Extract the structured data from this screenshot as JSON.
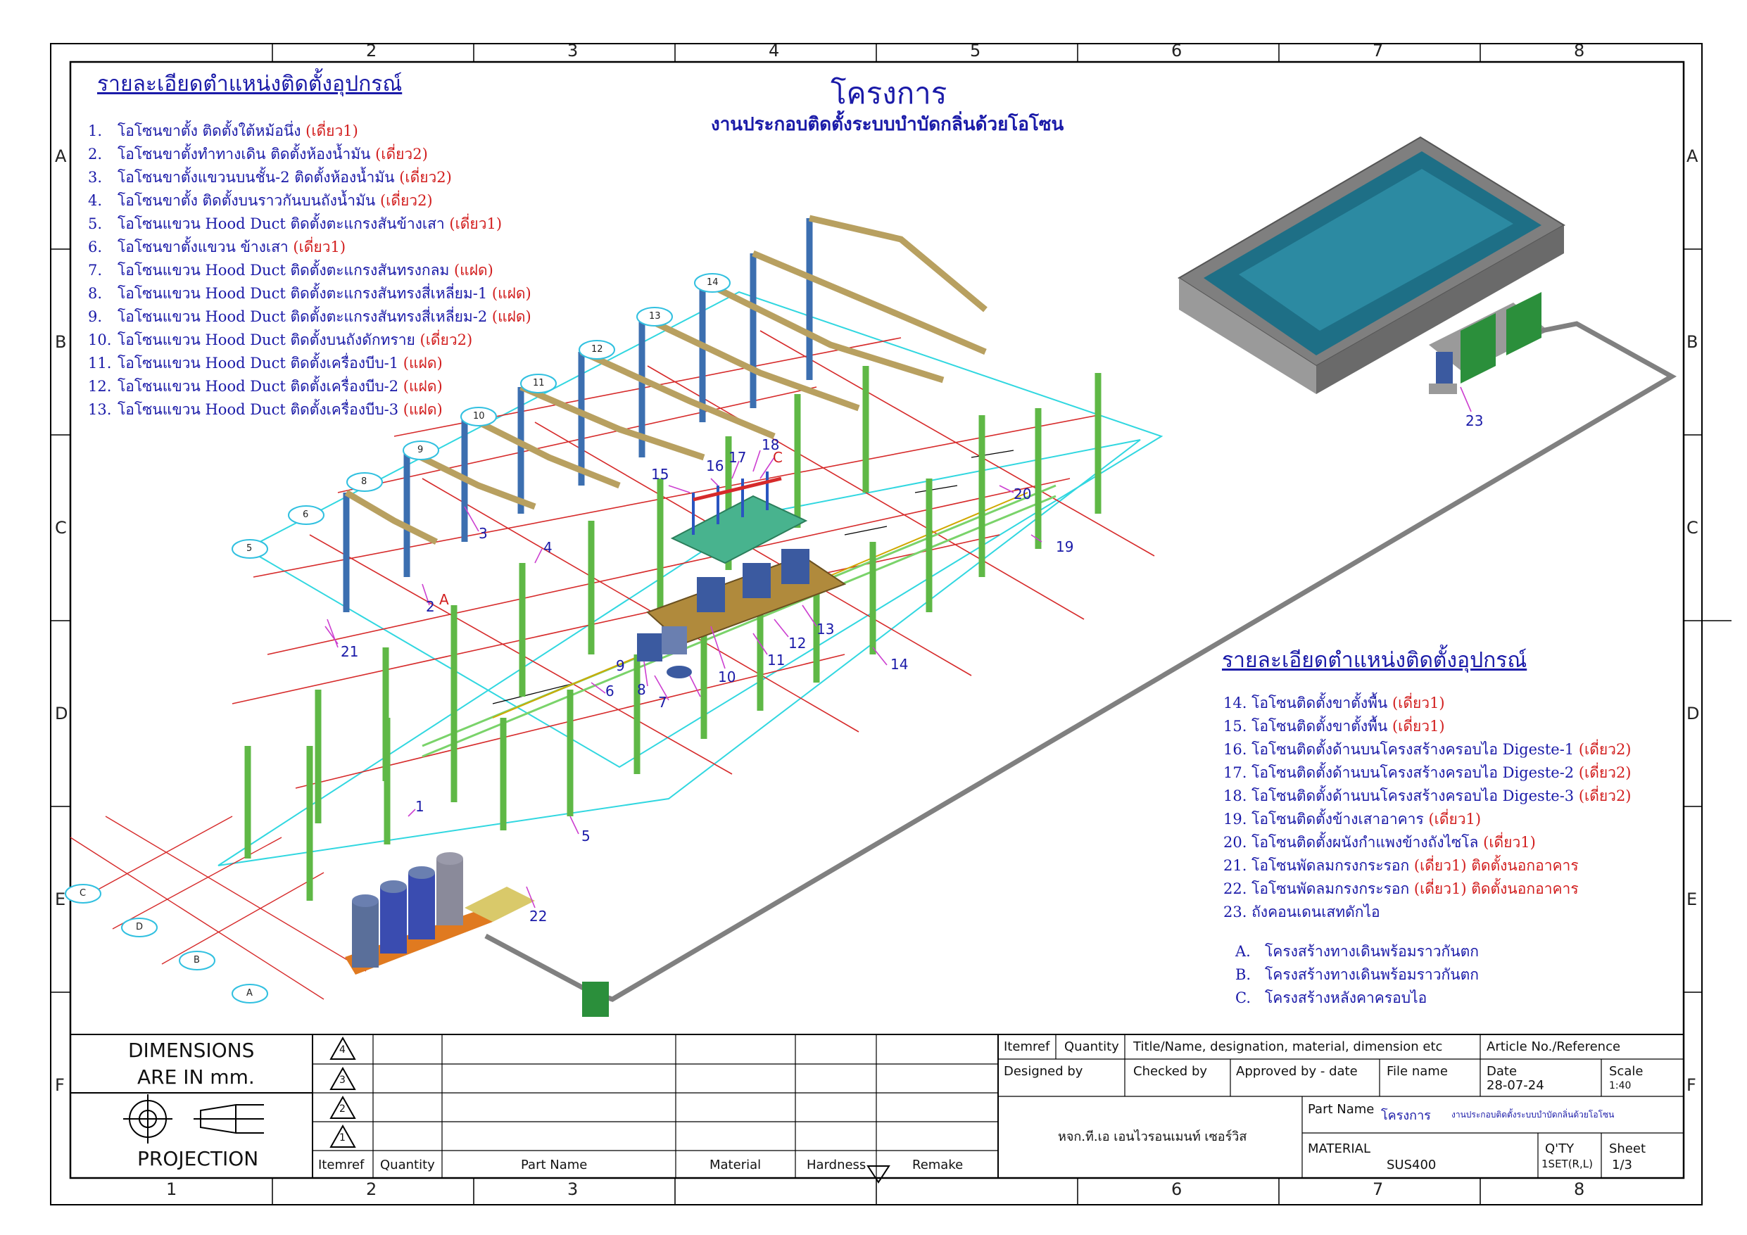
{
  "header": {
    "project_label": "โครงการ",
    "project_name": "งานประกอบติดตั้งระบบบำบัดกลิ่นด้วยโอโซน"
  },
  "list_left": {
    "title": "รายละเอียดตำแหน่งติดตั้งอุปกรณ์",
    "items": [
      {
        "num": "1.",
        "text": "โอโซนขาตั้ง ติดตั้งใต้หม้อนึ่ง",
        "tag": "(เดี่ยว1)"
      },
      {
        "num": "2.",
        "text": "โอโซนขาตั้งทำทางเดิน ติดตั้งห้องน้ำมัน",
        "tag": "(เดี่ยว2)"
      },
      {
        "num": "3.",
        "text": "โอโซนขาตั้งแขวนบนชั้น-2 ติดตั้งห้องน้ำมัน",
        "tag": "(เดี่ยว2)"
      },
      {
        "num": "4.",
        "text": "โอโซนขาตั้ง ติดตั้งบนราวกันบนถังน้ำมัน",
        "tag": "(เดี่ยว2)"
      },
      {
        "num": "5.",
        "text": "โอโซนแขวน Hood Duct ติดตั้งตะแกรงสันข้างเสา",
        "tag": "(เดี่ยว1)"
      },
      {
        "num": "6.",
        "text": "โอโซนขาตั้งแขวน ข้างเสา",
        "tag": "(เดี่ยว1)"
      },
      {
        "num": "7.",
        "text": "โอโซนแขวน Hood Duct ติดตั้งตะแกรงสันทรงกลม",
        "tag": "(แฝด)"
      },
      {
        "num": "8.",
        "text": "โอโซนแขวน Hood Duct ติดตั้งตะแกรงสันทรงสี่เหลี่ยม-1",
        "tag": "(แฝด)"
      },
      {
        "num": "9.",
        "text": "โอโซนแขวน Hood Duct ติดตั้งตะแกรงสันทรงสี่เหลี่ยม-2",
        "tag": "(แฝด)"
      },
      {
        "num": "10.",
        "text": "โอโซนแขวน Hood Duct ติดตั้งบนถังดักทราย",
        "tag": "(เดี่ยว2)"
      },
      {
        "num": "11.",
        "text": "โอโซนแขวน Hood Duct ติดตั้งเครื่องบีบ-1",
        "tag": "(แฝด)"
      },
      {
        "num": "12.",
        "text": "โอโซนแขวน Hood Duct ติดตั้งเครื่องบีบ-2",
        "tag": "(แฝด)"
      },
      {
        "num": "13.",
        "text": "โอโซนแขวน Hood Duct ติดตั้งเครื่องบีบ-3",
        "tag": "(แฝด)"
      }
    ]
  },
  "list_right": {
    "title": "รายละเอียดตำแหน่งติดตั้งอุปกรณ์",
    "items": [
      {
        "num": "14.",
        "text": "โอโซนติดตั้งขาตั้งพื้น",
        "tag": "(เดี่ยว1)",
        "suffix": ""
      },
      {
        "num": "15.",
        "text": "โอโซนติดตั้งขาตั้งพื้น",
        "tag": "(เดี่ยว1)",
        "suffix": ""
      },
      {
        "num": "16.",
        "text": "โอโซนติดตั้งด้านบนโครงสร้างครอบไอ Digeste-1",
        "tag": "(เดี่ยว2)",
        "suffix": ""
      },
      {
        "num": "17.",
        "text": "โอโซนติดตั้งด้านบนโครงสร้างครอบไอ Digeste-2",
        "tag": "(เดี่ยว2)",
        "suffix": ""
      },
      {
        "num": "18.",
        "text": "โอโซนติดตั้งด้านบนโครงสร้างครอบไอ Digeste-3",
        "tag": "(เดี่ยว2)",
        "suffix": ""
      },
      {
        "num": "19.",
        "text": "โอโซนติดตั้งข้างเสาอาคาร",
        "tag": "(เดี่ยว1)",
        "suffix": ""
      },
      {
        "num": "20.",
        "text": "โอโซนติดตั้งผนังกำแพงข้างถังไซโล",
        "tag": "(เดี่ยว1)",
        "suffix": ""
      },
      {
        "num": "21.",
        "text": "โอโซนพัดลมกรงกระรอก",
        "tag": "(เดี่ยว1)",
        "suffix": "ติดตั้งนอกอาคาร"
      },
      {
        "num": "22.",
        "text": "โอโซนพัดลมกรงกระรอก",
        "tag": "(เดี่ยว1)",
        "suffix": "ติดตั้งนอกอาคาร"
      },
      {
        "num": "23.",
        "text": "ถังคอนเดนเสทดักไอ",
        "tag": "",
        "suffix": ""
      }
    ],
    "letters": [
      {
        "num": "A.",
        "text": "โครงสร้างทางเดินพร้อมราวกันตก"
      },
      {
        "num": "B.",
        "text": "โครงสร้างทางเดินพร้อมราวกันตก"
      },
      {
        "num": "C.",
        "text": "โครงสร้างหลังคาครอบไอ"
      }
    ]
  },
  "frame": {
    "cols": [
      "1",
      "2",
      "3",
      "4",
      "5",
      "6",
      "7",
      "8"
    ],
    "rows": [
      "A",
      "B",
      "C",
      "D",
      "E",
      "F"
    ]
  },
  "callouts": [
    "1",
    "2",
    "3",
    "4",
    "5",
    "6",
    "7",
    "8",
    "9",
    "10",
    "11",
    "12",
    "13",
    "14",
    "15",
    "16",
    "17",
    "18",
    "19",
    "20",
    "21",
    "22",
    "23",
    "A",
    "C"
  ],
  "grid_bubbles": [
    "5",
    "6",
    "8",
    "9",
    "10",
    "11",
    "12",
    "13",
    "14",
    "A",
    "B",
    "C",
    "D"
  ],
  "title_block": {
    "dimensions": "DIMENSIONS",
    "are_in": "ARE IN mm.",
    "projection": "PROJECTION",
    "rev_marks": [
      "4",
      "3",
      "2",
      "1"
    ],
    "parts_headers": [
      "Itemref",
      "Quantity",
      "Part Name",
      "Material",
      "Hardness",
      "Remake"
    ],
    "itemref": "Itemref",
    "quantity": "Quantity",
    "title_name": "Title/Name, designation, material, dimension etc",
    "article": "Article No./Reference",
    "designed_by": "Designed by",
    "checked_by": "Checked by",
    "approved_by": "Approved by - date",
    "file_name": "File name",
    "date_label": "Date",
    "date_value": "28-07-24",
    "scale_label": "Scale",
    "scale_value": "1:40",
    "company": "หจก.ที.เอ เอนไวรอนเมนท์ เซอร์วิส",
    "part_name_label": "Part Name",
    "part_name_project": "โครงการ",
    "part_name_value": "งานประกอบติดตั้งระบบบำบัดกลิ่นด้วยโอโซน",
    "material_label": "MATERIAL",
    "material_value": "SUS400",
    "qty_label": "Q'TY",
    "qty_value": "1SET(R,L)",
    "sheet_label": "Sheet",
    "sheet_value": "1/3"
  }
}
